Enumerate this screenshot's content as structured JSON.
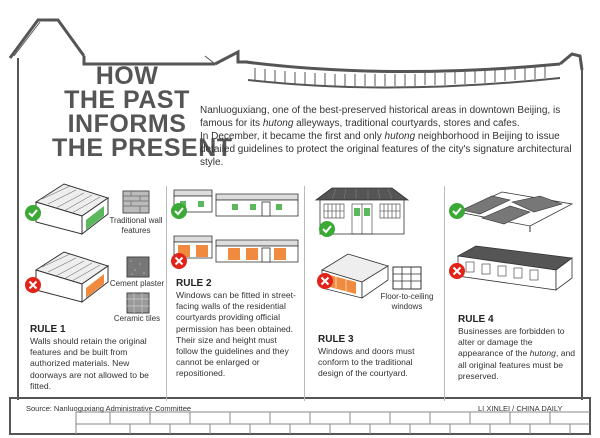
{
  "title": {
    "line1": "HOW",
    "line2": "THE PAST",
    "line3": "INFORMS",
    "line4": "THE PRESENT"
  },
  "intro": {
    "p1_a": "Nanluoguxiang, one of the best-preserved historical areas in downtown Beijing, is famous for its ",
    "p1_em": "hutong",
    "p1_b": " alleyways, traditional courtyards, stores and cafes.",
    "p2_a": "In December, it became the first and only ",
    "p2_em": "hutong",
    "p2_b": " neighborhood in Beijing to issue detailed guidelines to protect the original features of the city's signature architectural style."
  },
  "labels": {
    "traditional_wall": "Traditional wall features",
    "cement_plaster": "Cement plaster",
    "ceramic_tiles": "Ceramic tiles",
    "floor_to_ceiling": "Floor-to-ceiling windows"
  },
  "rules": {
    "r1_head": "RULE 1",
    "r1_text": "Walls should retain the original features and be built from authorized materials. New doorways are not allowed to be fitted.",
    "r2_head": "RULE 2",
    "r2_text": "Windows can be fitted in street-facing walls of the residential courtyards providing official permission has been obtained. Their size and height must follow the guidelines and they cannot be enlarged or repositioned.",
    "r3_head": "RULE 3",
    "r3_text": "Windows and doors must conform to the traditional design of the courtyard.",
    "r4_head": "RULE 4",
    "r4_text_a": "Businesses are forbidden to alter or damage the appearance of the ",
    "r4_em": "hutong",
    "r4_text_b": ", and all original features must be preserved."
  },
  "footer": {
    "source": "Source: Nanluoguxiang Administrative Committee",
    "credit": "LI XINLEI / CHINA DAILY"
  },
  "colors": {
    "check": "#3aa935",
    "cross": "#e2231a",
    "green_wall": "#5cb85c",
    "orange_wall": "#f08a3e",
    "roof": "#555555"
  }
}
